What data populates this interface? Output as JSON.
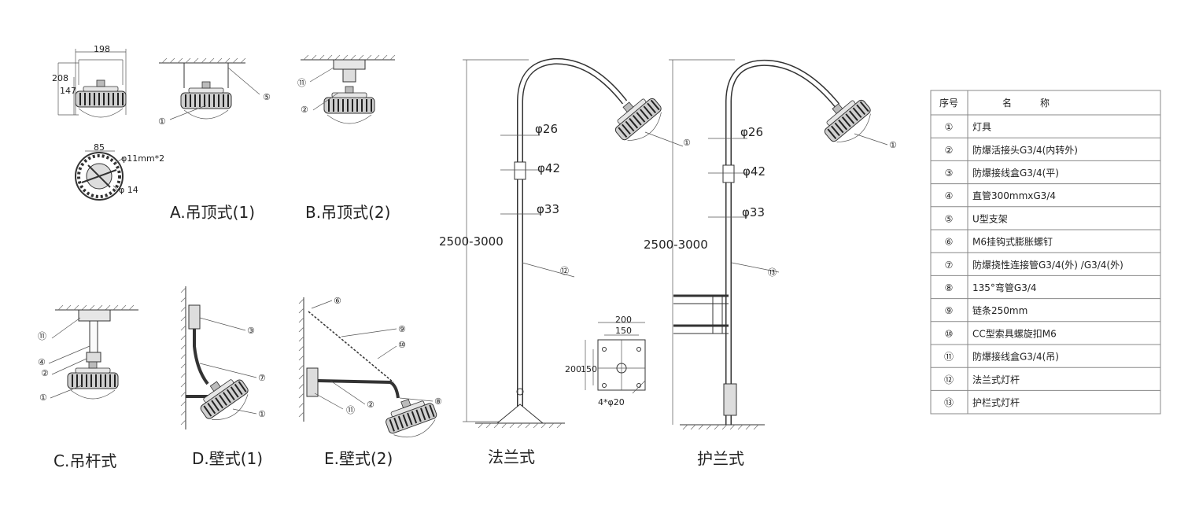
{
  "captions": {
    "a": "A.吊顶式(1)",
    "b": "B.吊顶式(2)",
    "c": "C.吊杆式",
    "d": "D.壁式(1)",
    "e": "E.壁式(2)",
    "flange": "法兰式",
    "guard": "护兰式"
  },
  "dims": {
    "width": "198",
    "height_total": "208",
    "height_body": "147",
    "hole_dist": "85",
    "hole_spec": "φ11mm*2",
    "hole_dia": "φ 14",
    "pole1_top": "φ26",
    "pole1_mid": "φ42",
    "pole1_low": "φ33",
    "pole1_height": "2500-3000",
    "pole2_top": "φ26",
    "pole2_mid": "φ42",
    "pole2_low": "φ33",
    "pole2_height": "2500-3000",
    "flange_w_outer": "200",
    "flange_w_inner": "150",
    "flange_h_outer": "200",
    "flange_h_inner": "150",
    "flange_holes": "4*φ20"
  },
  "callouts": {
    "a1": "①",
    "a5": "⑤",
    "b11": "⑪",
    "b2": "②",
    "c11": "⑪",
    "c4": "④",
    "c2": "②",
    "c1": "①",
    "d3": "③",
    "d7": "⑦",
    "d1": "①",
    "e6": "⑥",
    "e9": "⑨",
    "e10": "⑩",
    "e11": "⑪",
    "e2": "②",
    "e8": "⑧",
    "p1_1": "①",
    "p1_12": "⑫",
    "p2_1": "①",
    "p2_13": "⑬"
  },
  "table": {
    "header_no": "序号",
    "header_name": "名　　　称",
    "rows": [
      {
        "no": "①",
        "name": "灯具"
      },
      {
        "no": "②",
        "name": "防爆活接头G3/4(内转外)"
      },
      {
        "no": "③",
        "name": "防爆接线盒G3/4(平)"
      },
      {
        "no": "④",
        "name": "直管300mmxG3/4"
      },
      {
        "no": "⑤",
        "name": " U型支架"
      },
      {
        "no": "⑥",
        "name": "M6挂钩式膨胀螺钉"
      },
      {
        "no": "⑦",
        "name": "防爆挠性连接管G3/4(外) /G3/4(外)"
      },
      {
        "no": "⑧",
        "name": "135°弯管G3/4"
      },
      {
        "no": "⑨",
        "name": "链条250mm"
      },
      {
        "no": "⑩",
        "name": "CC型索具螺旋扣M6"
      },
      {
        "no": "⑪",
        "name": "防爆接线盒G3/4(吊)"
      },
      {
        "no": "⑫",
        "name": "法兰式灯杆"
      },
      {
        "no": "⑬",
        "name": "护栏式灯杆"
      }
    ]
  }
}
